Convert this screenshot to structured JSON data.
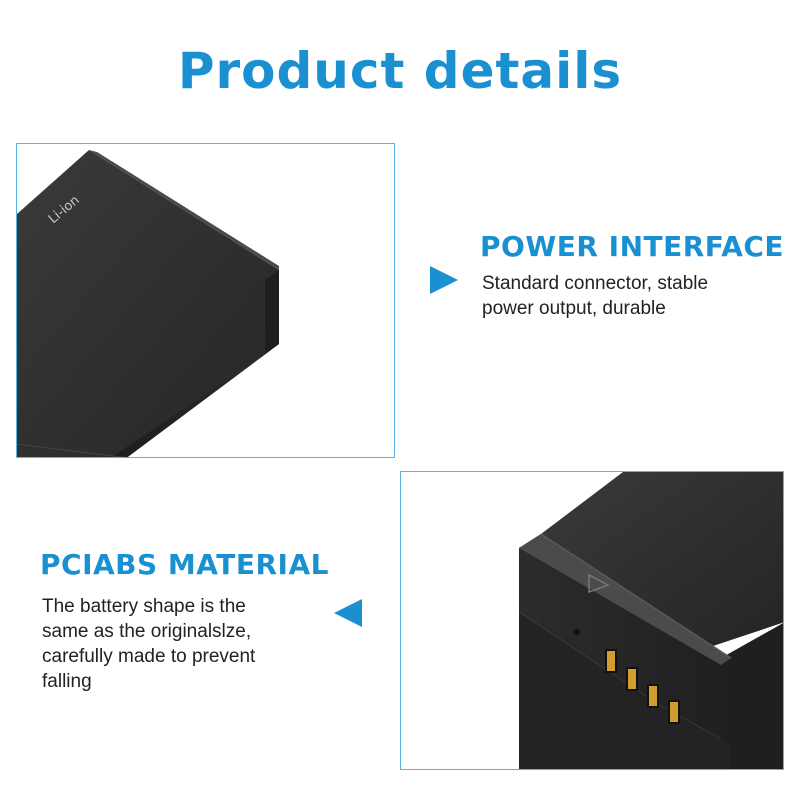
{
  "page": {
    "title": "Product details"
  },
  "photo_top": {
    "label": "Li-ion"
  },
  "feature_power": {
    "heading": "POWER INTERFACE",
    "line1": "Standard connector, stable",
    "line2": "power output, durable"
  },
  "feature_material": {
    "heading": "PCIABS MATERIAL",
    "line1": "The battery shape is the",
    "line2": "same as the originalslze,",
    "line3": "carefully made to prevent",
    "line4": "falling"
  },
  "colors": {
    "accent": "#1a90d0",
    "border": "#5ab3e2",
    "battery": "#2b2b2b"
  },
  "icons": {
    "pointer_right": "triangle-right-icon",
    "pointer_left": "triangle-left-icon"
  }
}
